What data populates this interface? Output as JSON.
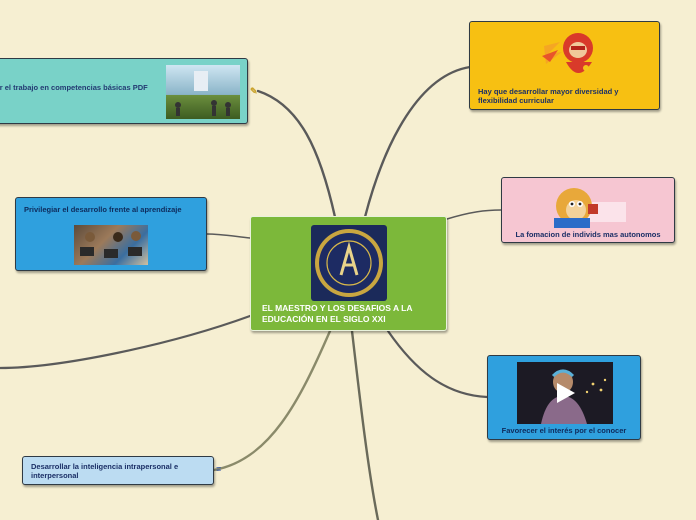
{
  "central": {
    "title": "EL MAESTRO Y LOS DESAFIOS A LA EDUCACIÓN EN EL SIGLO XXI"
  },
  "topics": {
    "competencias": "itar el trabajo en competencias básicas PDF",
    "privilegiar": "Privilegiar el desarrollo frente al aprendizaje",
    "inteligencia": "Desarrollar la inteligencia intrapersonal e interpersonal",
    "diversidad": "Hay que desarrollar mayor diversidad y flexibilidad curricular",
    "autonomos": "La fomacion de individs mas autonomos",
    "interes": "Favorecer el interés por el conocer"
  },
  "colors": {
    "background": "#f6efd2",
    "central": "#7cb83a",
    "teal": "#79d2c8",
    "blue": "#2fa0de",
    "light_blue": "#bcdcf2",
    "yellow": "#f7c012",
    "pink": "#f6c6d2",
    "connector": "#5a5a5a"
  },
  "icons": {
    "attachment": "attachment-icon",
    "notes": "notes-icon",
    "play": "play-icon"
  }
}
